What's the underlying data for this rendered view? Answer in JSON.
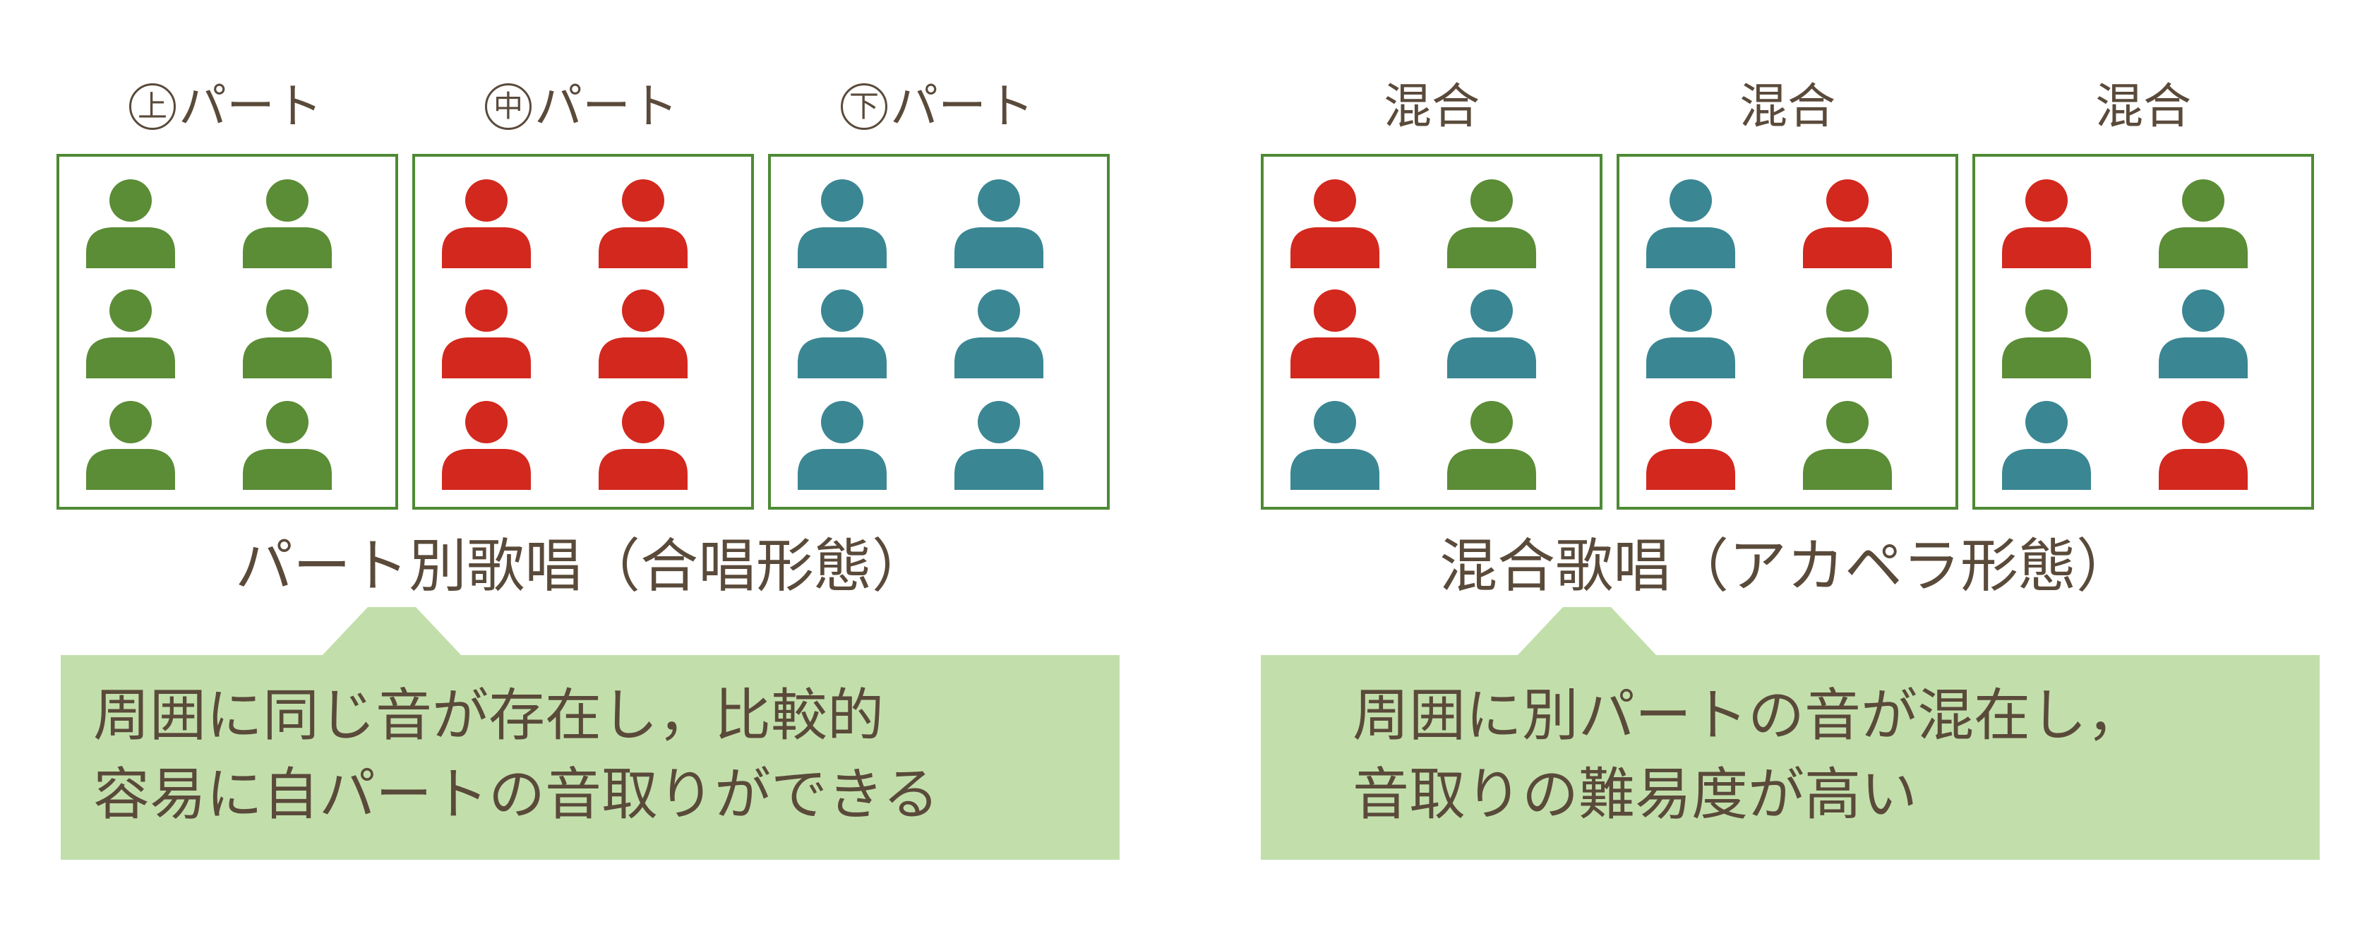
{
  "colors": {
    "green": "#5b8c36",
    "red": "#d3281e",
    "teal": "#3b8693",
    "box_border": "#4e8a35",
    "note_bg": "#c2dfab",
    "text": "#5a4a3a"
  },
  "left": {
    "parts": [
      {
        "mark": "上",
        "suffix": "パート",
        "colors": [
          "green",
          "green",
          "green",
          "green",
          "green",
          "green"
        ]
      },
      {
        "mark": "中",
        "suffix": "パート",
        "colors": [
          "red",
          "red",
          "red",
          "red",
          "red",
          "red"
        ]
      },
      {
        "mark": "下",
        "suffix": "パート",
        "colors": [
          "teal",
          "teal",
          "teal",
          "teal",
          "teal",
          "teal"
        ]
      }
    ],
    "caption": "パート別歌唱（合唱形態）",
    "note_lines": [
      "周囲に同じ音が存在し，比較的",
      "容易に自パートの音取りができる"
    ]
  },
  "right": {
    "groups": [
      {
        "label": "混合",
        "colors": [
          "red",
          "green",
          "red",
          "teal",
          "teal",
          "green"
        ]
      },
      {
        "label": "混合",
        "colors": [
          "teal",
          "red",
          "teal",
          "green",
          "red",
          "green"
        ]
      },
      {
        "label": "混合",
        "colors": [
          "red",
          "green",
          "green",
          "teal",
          "teal",
          "red"
        ]
      }
    ],
    "caption": "混合歌唱（アカペラ形態）",
    "note_lines": [
      "周囲に別パートの音が混在し，",
      "音取りの難易度が高い"
    ]
  }
}
